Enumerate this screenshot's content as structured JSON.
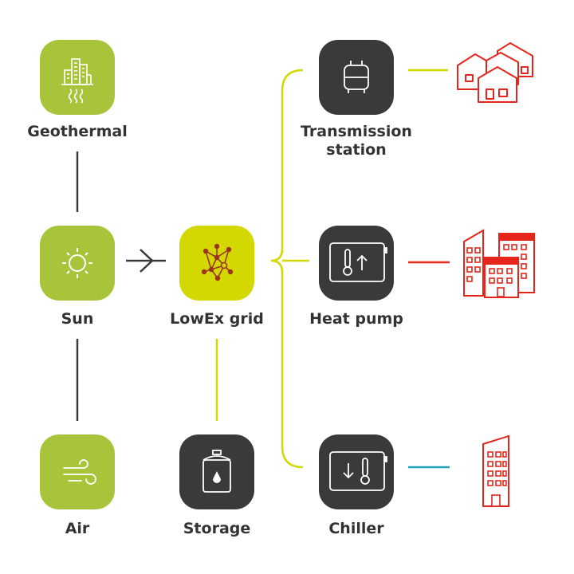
{
  "nodes": {
    "geothermal": {
      "label": "Geothermal",
      "icon": "city-heat-icon"
    },
    "sun": {
      "label": "Sun",
      "icon": "sun-icon"
    },
    "air": {
      "label": "Air",
      "icon": "wind-icon"
    },
    "lowex": {
      "label": "LowEx grid",
      "icon": "network-icon"
    },
    "storage": {
      "label": "Storage",
      "icon": "tank-icon"
    },
    "transmission": {
      "label": "Transmission\nstation",
      "icon": "transmission-icon"
    },
    "heatpump": {
      "label": "Heat pump",
      "icon": "heat-pump-icon"
    },
    "chiller": {
      "label": "Chiller",
      "icon": "chiller-icon"
    }
  },
  "consumers": {
    "houses": {
      "icon": "houses-icon"
    },
    "apartments": {
      "icon": "apartment-blocks-icon"
    },
    "tower": {
      "icon": "office-tower-icon"
    }
  },
  "colors": {
    "green_tile": "#a8c43a",
    "yellow_tile": "#d3d800",
    "dark_tile": "#3a3a3a",
    "connector_dark": "#3a3a3a",
    "connector_yellow": "#d3d800",
    "connector_red": "#e4261c",
    "connector_blue": "#1fa0b8",
    "building_red": "#e4261c"
  }
}
